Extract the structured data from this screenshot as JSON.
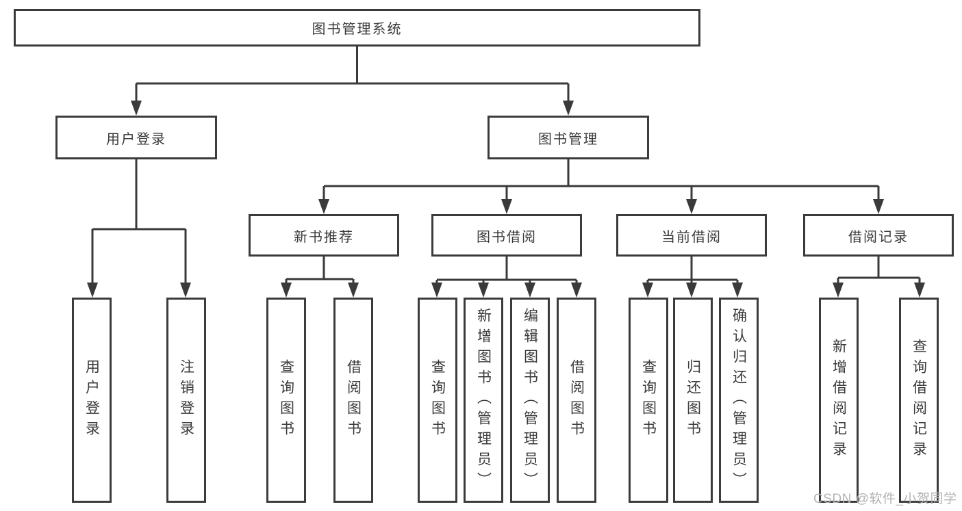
{
  "diagram": {
    "root": {
      "label": "图书管理系统"
    },
    "level2": [
      {
        "id": "user-login",
        "label": "用户登录"
      },
      {
        "id": "book-management",
        "label": "图书管理"
      }
    ],
    "level3": [
      {
        "id": "new-book-recommend",
        "label": "新书推荐"
      },
      {
        "id": "book-borrowing",
        "label": "图书借阅"
      },
      {
        "id": "current-borrowing",
        "label": "当前借阅"
      },
      {
        "id": "borrowing-records",
        "label": "借阅记录"
      }
    ],
    "leaves": [
      {
        "id": "user-login-leaf",
        "label": "用户登录"
      },
      {
        "id": "logout",
        "label": "注销登录"
      },
      {
        "id": "query-books-recommend",
        "label": "查询图书"
      },
      {
        "id": "borrow-books-recommend",
        "label": "借阅图书"
      },
      {
        "id": "query-books-borrowing",
        "label": "查询图书"
      },
      {
        "id": "add-books-admin",
        "label": "新增图书（管理员）"
      },
      {
        "id": "edit-books-admin",
        "label": "编辑图书（管理员）"
      },
      {
        "id": "borrow-books-borrowing",
        "label": "借阅图书"
      },
      {
        "id": "query-books-current",
        "label": "查询图书"
      },
      {
        "id": "return-books",
        "label": "归还图书"
      },
      {
        "id": "confirm-return-admin",
        "label": "确认归还（管理员）"
      },
      {
        "id": "add-borrow-record",
        "label": "新增借阅记录"
      },
      {
        "id": "query-borrow-record",
        "label": "查询借阅记录"
      }
    ]
  },
  "watermark": {
    "text": "CSDN @软件_小贺同学"
  },
  "colors": {
    "line": "#3a3a3a",
    "border": "#3b3b3b",
    "text": "#3a3a3a",
    "background": "#ffffff",
    "watermark": "#b3b3b3"
  }
}
